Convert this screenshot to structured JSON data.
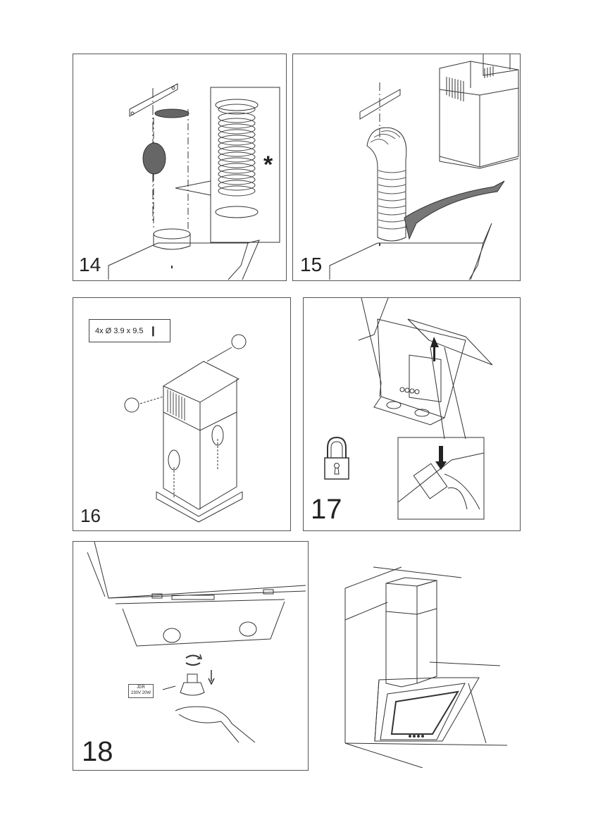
{
  "panels": {
    "p14": {
      "number": "14",
      "marker": "*"
    },
    "p15": {
      "number": "15"
    },
    "p16": {
      "number": "16",
      "screw_spec": "4x Ø 3.9 x 9.5"
    },
    "p17": {
      "number": "17"
    },
    "p18": {
      "number": "18",
      "bulb_line1": "JDR",
      "bulb_line2": "230V 20W"
    }
  },
  "icons": [
    "padlock-icon",
    "rotate-icon",
    "down-arrow-icon",
    "screw-icon"
  ]
}
